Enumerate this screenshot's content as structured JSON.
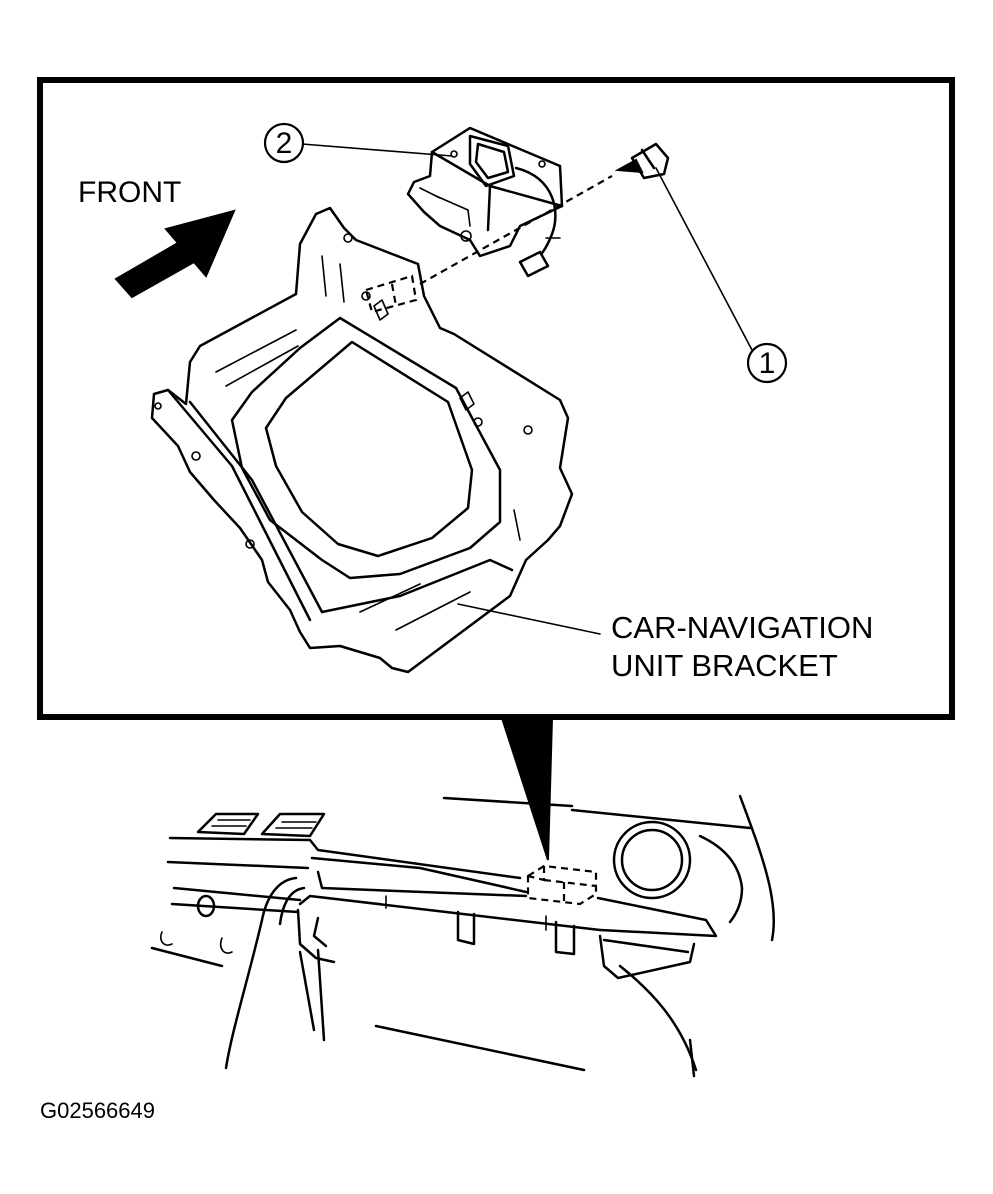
{
  "labels": {
    "front": "FRONT",
    "part_line1": "CAR-NAVIGATION",
    "part_line2": "UNIT BRACKET",
    "callout_1": "1",
    "callout_2": "2",
    "figure_code": "G02566649"
  },
  "colors": {
    "ink": "#000000",
    "paper": "#ffffff"
  }
}
